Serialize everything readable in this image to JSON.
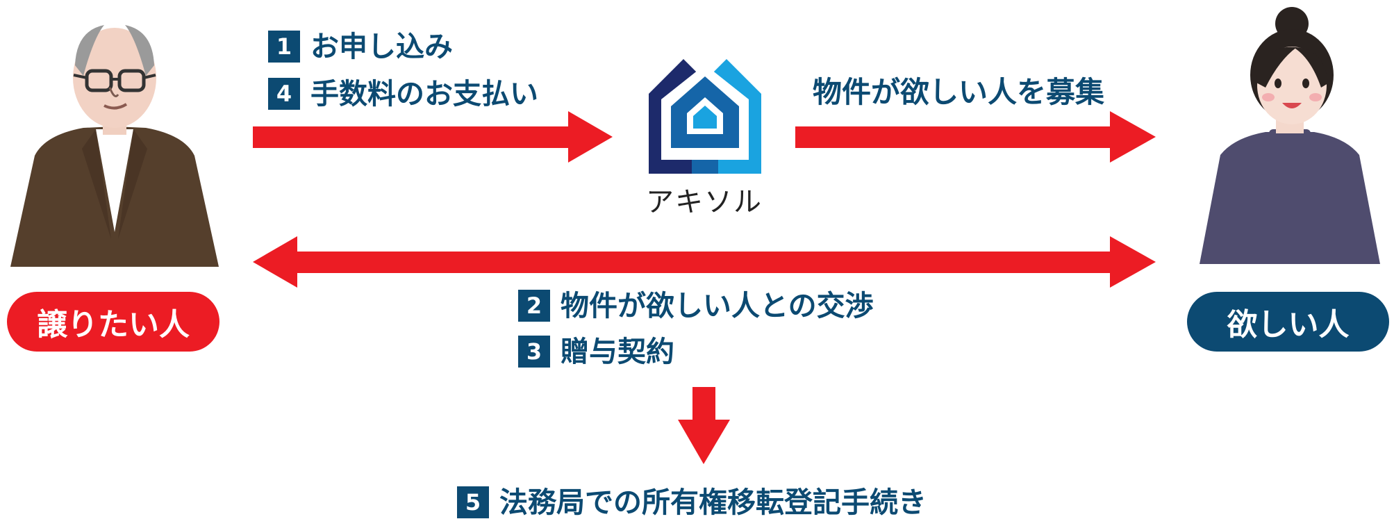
{
  "colors": {
    "arrow": "#ec1c24",
    "navy": "#0c4a72",
    "giver_label_bg": "#ec1c24",
    "receiver_label_bg": "#0c4a72",
    "giver_jacket": "#553f2c",
    "receiver_sweater": "#4f4c6e",
    "logo_dark": "#1d2a6b",
    "logo_light": "#1aa3e0"
  },
  "giver": {
    "label": "譲りたい人",
    "icon": "elderly-man-illustration"
  },
  "receiver": {
    "label": "欲しい人",
    "icon": "young-woman-illustration"
  },
  "logo": {
    "name": "アキソル",
    "icon": "house-logo-icon"
  },
  "steps_to_platform": [
    {
      "num": "1",
      "text": "お申し込み"
    },
    {
      "num": "4",
      "text": "手数料のお支払い"
    }
  ],
  "platform_to_receiver": {
    "text": "物件が欲しい人を募集"
  },
  "steps_between": [
    {
      "num": "2",
      "text": "物件が欲しい人との交渉"
    },
    {
      "num": "3",
      "text": "贈与契約"
    }
  ],
  "final_step": {
    "num": "5",
    "text": "法務局での所有権移転登記手続き"
  }
}
